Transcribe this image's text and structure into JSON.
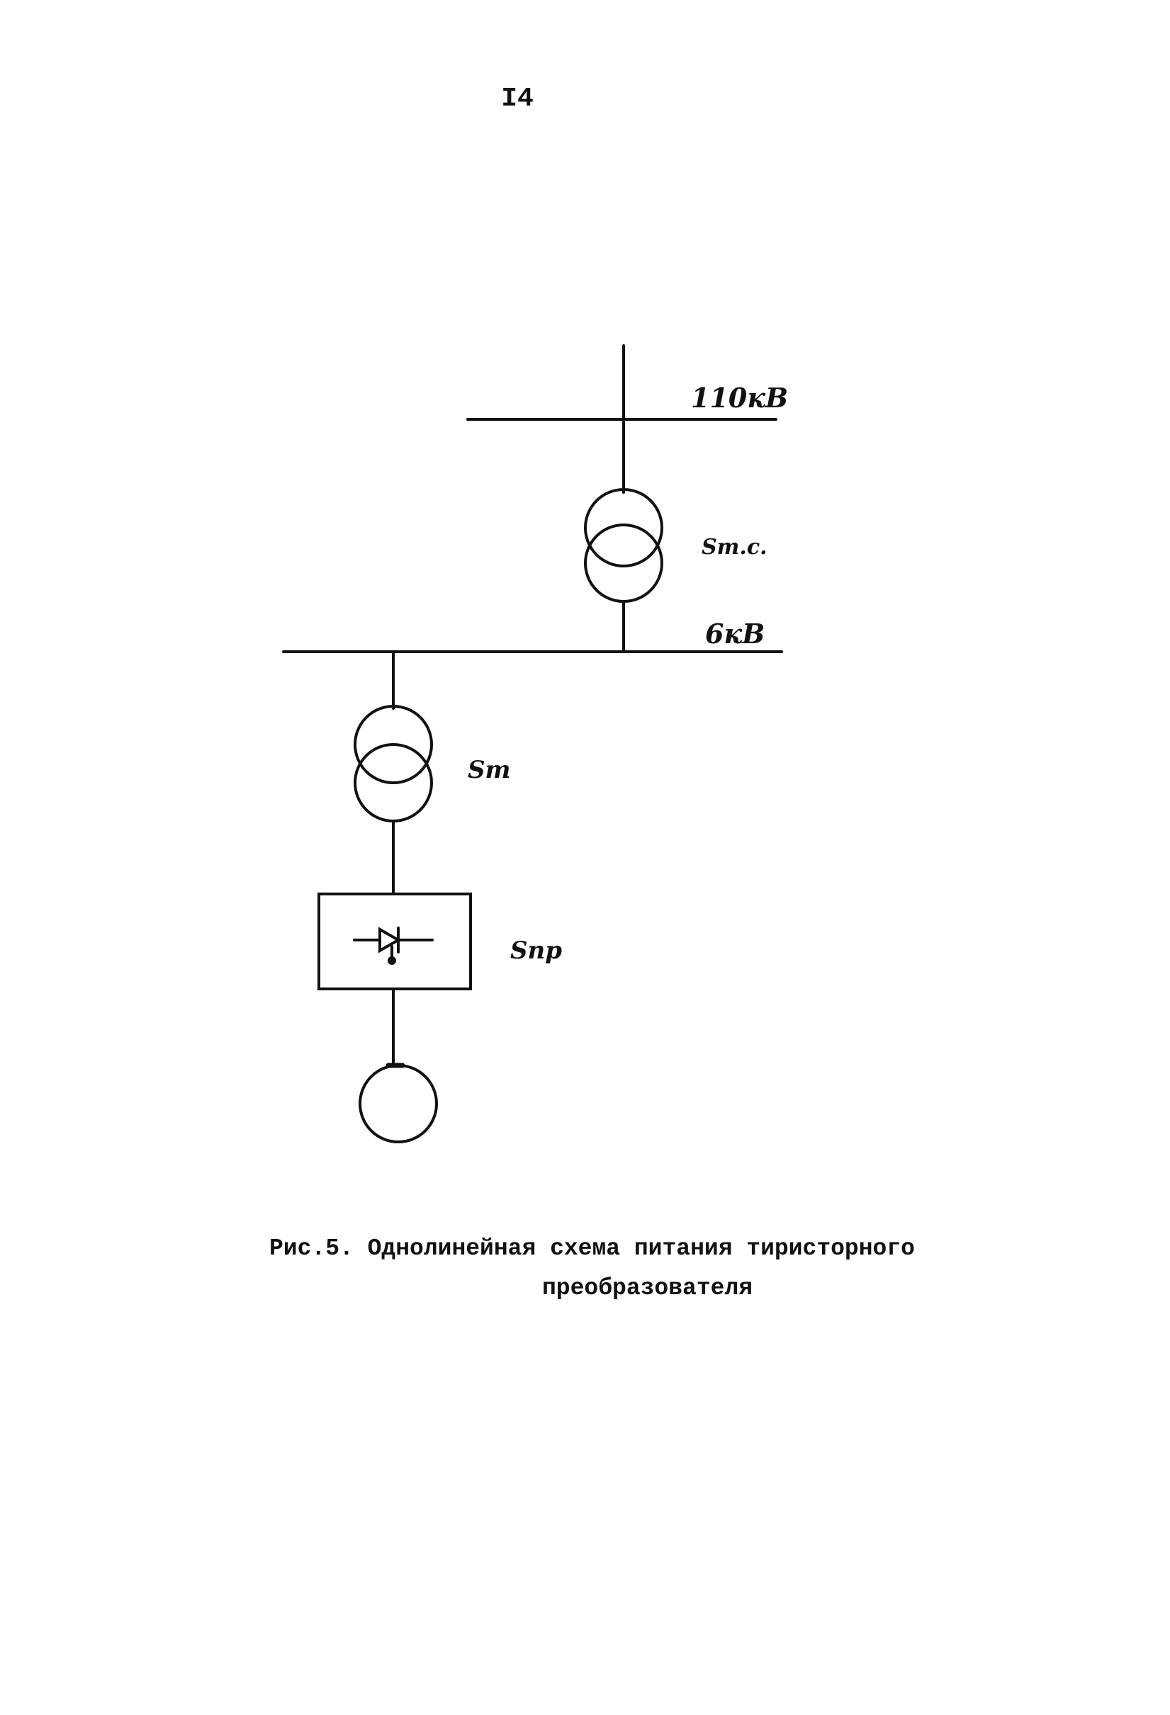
{
  "page": {
    "number": "I4"
  },
  "diagram": {
    "labels": {
      "bus_high": "110кВ",
      "bus_low": "6кВ",
      "transformer_station": "Sт.с.",
      "transformer": "Sт",
      "converter": "Sпр"
    },
    "icons": [
      "transformer-icon",
      "transformer-icon",
      "thyristor-icon",
      "motor-icon"
    ]
  },
  "caption": {
    "line1": "Рис.5. Однолинейная схема питания тиристорного",
    "line2": "преобразователя"
  }
}
